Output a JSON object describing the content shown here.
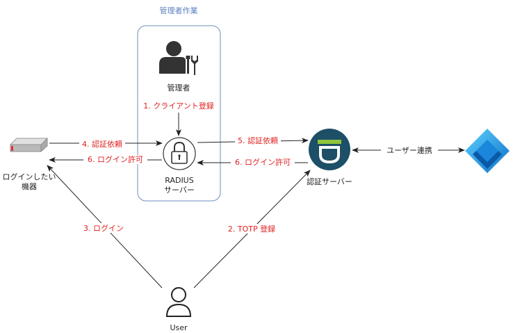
{
  "group": {
    "label": "管理者作業"
  },
  "nodes": {
    "admin": "管理者",
    "device": [
      "ログインしたい",
      "機器"
    ],
    "radius": [
      "RADIUS",
      "サーバー"
    ],
    "auth": "認証サーバー",
    "user": "User"
  },
  "edges": {
    "client_reg": "1. クライアント登録",
    "totp_reg": "2. TOTP 登録",
    "login": "3. ログイン",
    "auth_req_4": "4. 認証依頼",
    "auth_req_5": "5. 認証依頼",
    "allow_6a": "6. ログイン許可",
    "allow_6b": "6. ログイン許可",
    "user_sync": "ユーザー連携"
  },
  "colors": {
    "edge_label": "#e02020",
    "group_border": "#6c8ebf",
    "group_label": "#5b7fbd",
    "accent": "#8fc43c"
  }
}
